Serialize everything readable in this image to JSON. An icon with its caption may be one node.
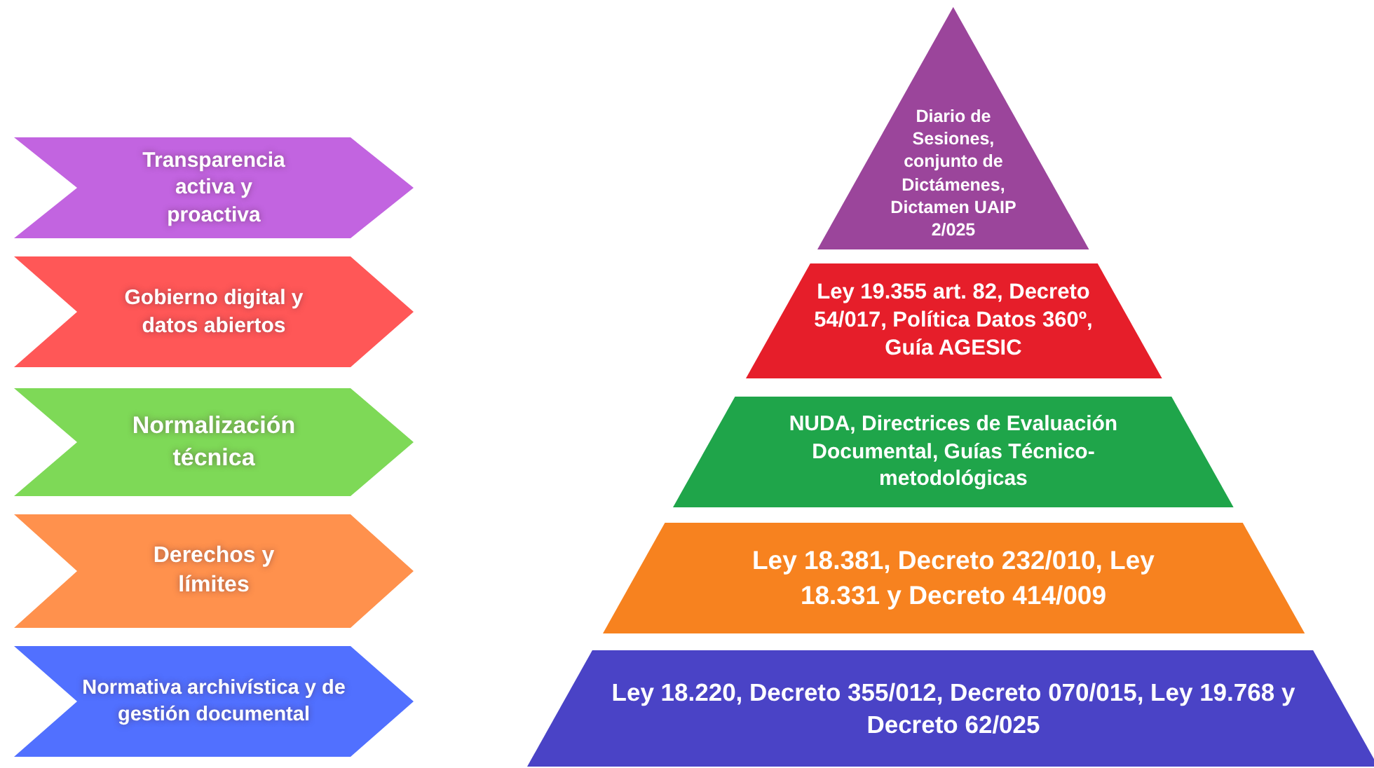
{
  "diagram": {
    "nodes": [
      {
        "text": [
          "Transparencia activa y proactiva"
        ]
      },
      {
        "text": [
          "Gobierno digital y datos abiertos"
        ]
      },
      {
        "text": [
          "Normalización técnica"
        ]
      },
      {
        "text": [
          "Derechos y límites"
        ]
      },
      {
        "text": [
          "Normativa archivística y de gestión documental"
        ]
      },
      {
        "text": [
          "Diario de Sesiones, conjunto de Dictámenes, Dictamen UAIP 2/025"
        ]
      },
      {
        "text": [
          "Ley 19.355 art. 82, Decreto 54/017, Política Datos 360º, Guía AGESIC"
        ]
      },
      {
        "text": [
          "NUDA, Directrices de Evaluación Documental, Guías Técnico-metodológicas"
        ]
      },
      {
        "text": [
          "Ley 18.381, Decreto 232/010, Ley 18.331 y Decreto 414/009"
        ]
      },
      {
        "text": [
          "Ley 18.220, Decreto 355/012, Decreto 070/015, Ley 19.768 y Decreto 62/025"
        ]
      }
    ]
  }
}
